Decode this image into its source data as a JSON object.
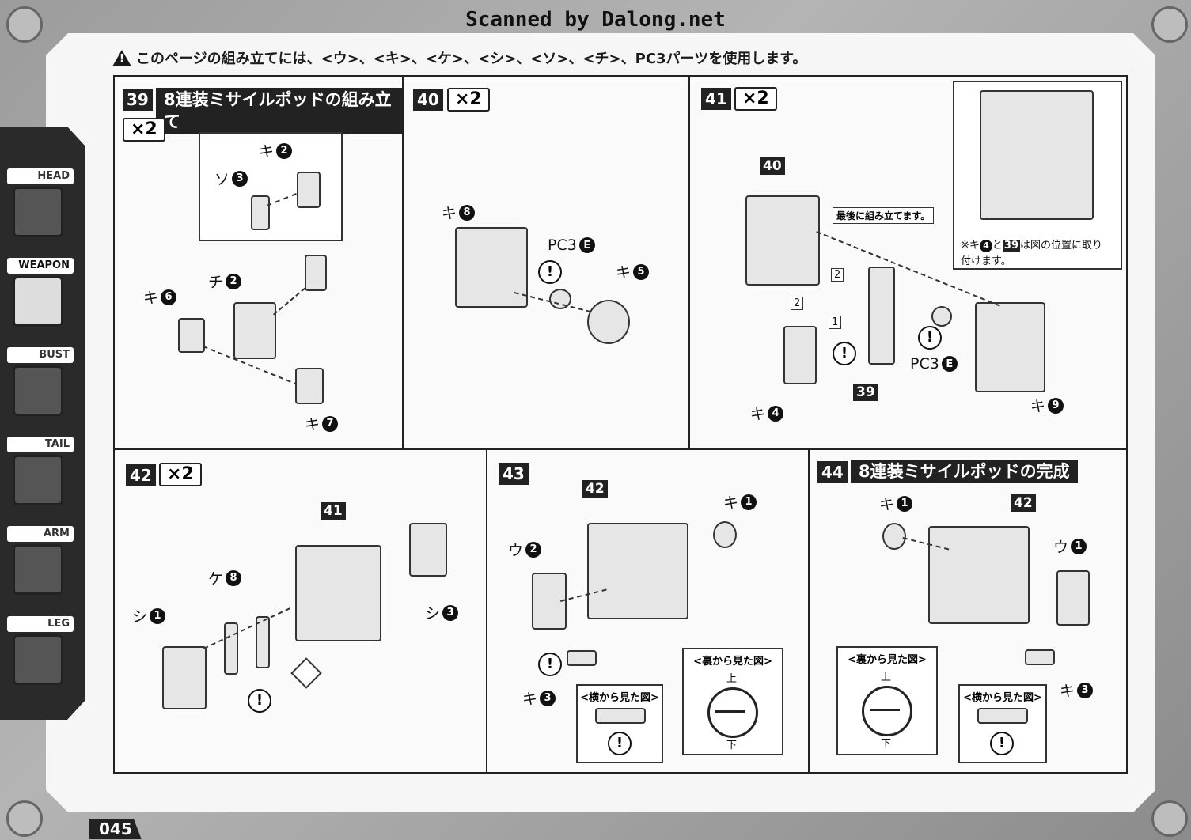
{
  "header": {
    "scanned_by": "Scanned by Dalong.net",
    "warning": "このページの組み立てには、<ウ>、<キ>、<ケ>、<シ>、<ソ>、<チ>、PC3パーツを使用します。"
  },
  "sidebar": {
    "tabs": [
      {
        "label": "HEAD"
      },
      {
        "label": "WEAPON"
      },
      {
        "label": "BUST"
      },
      {
        "label": "TAIL"
      },
      {
        "label": "ARM"
      },
      {
        "label": "LEG"
      }
    ]
  },
  "page_number": "045",
  "steps": {
    "s39": {
      "number": "39",
      "title": "8連装ミサイルポッドの組み立て",
      "multiplier": "×2",
      "parts": {
        "ki2": "キ",
        "ki2_n": "2",
        "so3": "ソ",
        "so3_n": "3",
        "chi2": "チ",
        "chi2_n": "2",
        "ki6": "キ",
        "ki6_n": "6",
        "ki7": "キ",
        "ki7_n": "7"
      }
    },
    "s40": {
      "number": "40",
      "multiplier": "×2",
      "parts": {
        "ki8": "キ",
        "ki8_n": "8",
        "pc3": "PC3",
        "pc3_n": "E",
        "ki5": "キ",
        "ki5_n": "5"
      }
    },
    "s41": {
      "number": "41",
      "multiplier": "×2",
      "ref40": "40",
      "ref39": "39",
      "assemble_last": "最後に組み立てます。",
      "seq1": "1",
      "seq2a": "2",
      "seq2b": "2",
      "note_prefix": "※キ",
      "note_circ": "4",
      "note_to": "と",
      "note_badge": "39",
      "note_line1": "は図の位置に取り",
      "note_line2": "付けます。",
      "parts": {
        "pc3": "PC3",
        "pc3_n": "E",
        "ki4": "キ",
        "ki4_n": "4",
        "ki9": "キ",
        "ki9_n": "9"
      }
    },
    "s42": {
      "number": "42",
      "multiplier": "×2",
      "ref41": "41",
      "parts": {
        "ke8": "ケ",
        "ke8_n": "8",
        "shi1": "シ",
        "shi1_n": "1",
        "shi3": "シ",
        "shi3_n": "3"
      }
    },
    "s43": {
      "number": "43",
      "ref42": "42",
      "view_back": "<裏から見た図>",
      "view_side": "<横から見た図>",
      "top": "上",
      "bottom": "下",
      "parts": {
        "ki1": "キ",
        "ki1_n": "1",
        "u2": "ウ",
        "u2_n": "2",
        "ki3": "キ",
        "ki3_n": "3"
      }
    },
    "s44": {
      "number": "44",
      "title": "8連装ミサイルポッドの完成",
      "ref42": "42",
      "view_back": "<裏から見た図>",
      "view_side": "<横から見た図>",
      "top": "上",
      "bottom": "下",
      "parts": {
        "ki1": "キ",
        "ki1_n": "1",
        "u1": "ウ",
        "u1_n": "1",
        "ki3": "キ",
        "ki3_n": "3"
      }
    }
  },
  "colors": {
    "ink": "#222222",
    "paper": "#f6f6f6",
    "frame": "#9c9c9c"
  }
}
